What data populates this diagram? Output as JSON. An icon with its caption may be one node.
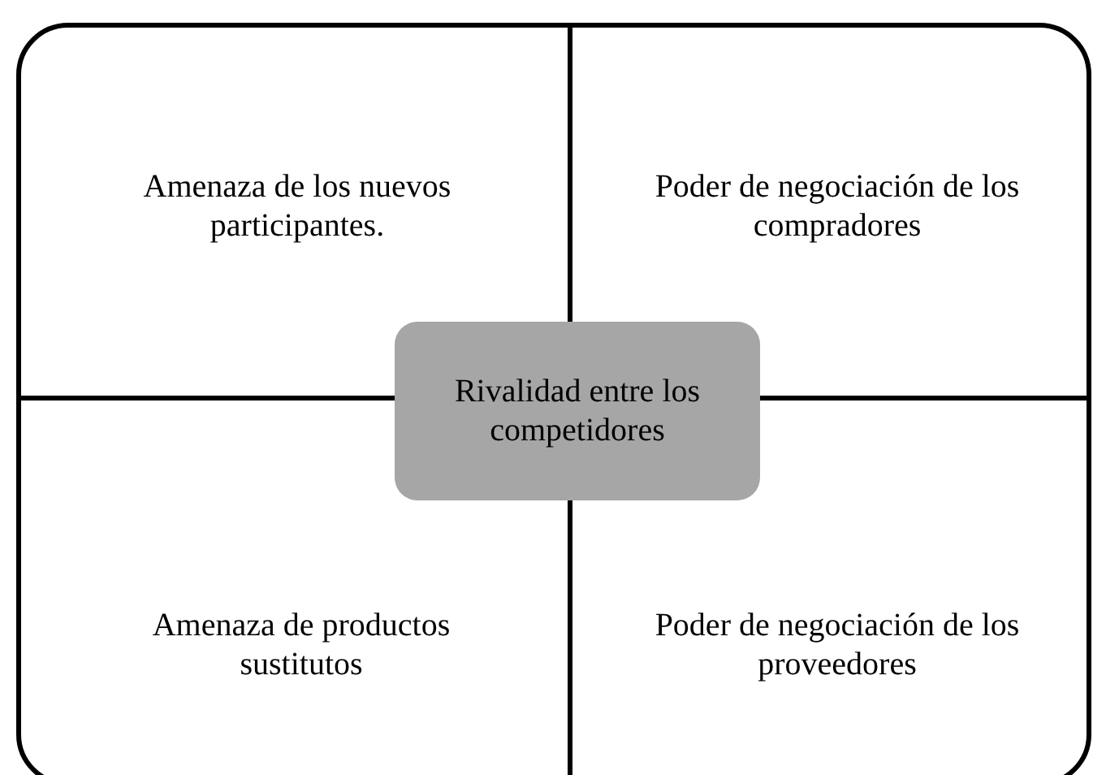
{
  "diagram": {
    "nodes": [
      {
        "text": [],
        "shape": "box"
      },
      {
        "text": [
          "Amenaza de los nuevos participantes."
        ],
        "in": 0
      },
      {
        "text": [
          "Poder de negociación de los compradores"
        ],
        "in": 0
      },
      {
        "text": [
          "Rivalidad entre los competidores"
        ],
        "in": 0
      },
      {
        "text": [
          "Amenaza de productos sustitutos"
        ],
        "in": 0
      },
      {
        "text": [
          "Poder de negociación de los proveedores"
        ],
        "in": 0
      }
    ]
  }
}
